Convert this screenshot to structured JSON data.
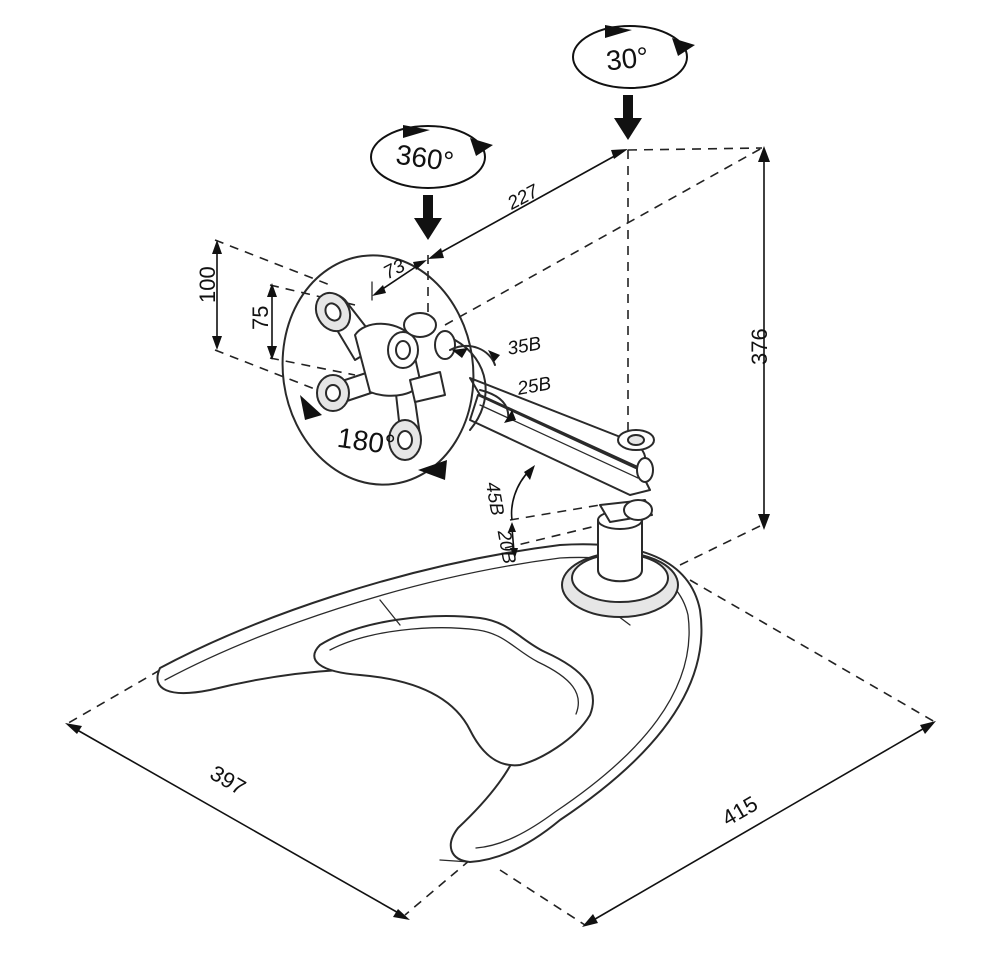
{
  "dimensions": {
    "width_397": "397",
    "depth_415": "415",
    "height_376": "376",
    "reach_227": "227",
    "offset_73": "73",
    "vesa_100": "100",
    "vesa_75": "75"
  },
  "rotations": {
    "column_rotation": "30°",
    "head_rotation": "360°",
    "portrait_rotation": "180°"
  },
  "tilt_angles": {
    "tilt_up": "35B",
    "tilt_down": "25B",
    "arm_up": "45B",
    "arm_down": "20B"
  }
}
